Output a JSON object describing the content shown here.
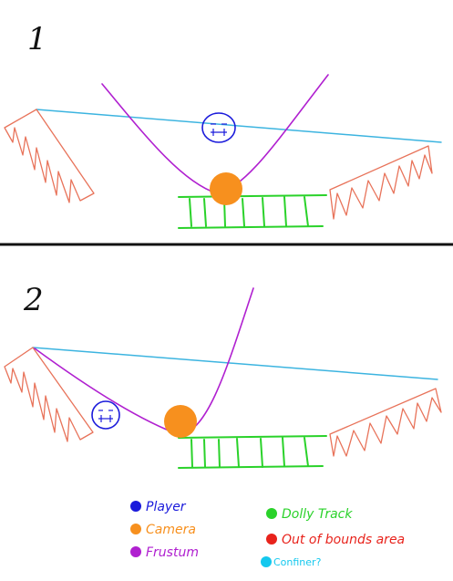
{
  "panels": [
    {
      "number": "1"
    },
    {
      "number": "2"
    }
  ],
  "legend": [
    {
      "label": "Player",
      "color": "#1a1adb"
    },
    {
      "label": "Camera",
      "color": "#f7901e"
    },
    {
      "label": "Frustum",
      "color": "#b020d0"
    },
    {
      "label": "Dolly Track",
      "color": "#2ad22a"
    },
    {
      "label": "Out of bounds area",
      "color": "#e8231c"
    },
    {
      "label": "Confiner?",
      "color": "#14c8ee"
    }
  ],
  "colors": {
    "player": "#1a1adb",
    "camera": "#f7901e",
    "frustum": "#b020d0",
    "dolly_track": "#2ad22a",
    "out_of_bounds": "#e8735a",
    "confiner": "#3cb4e0",
    "divider": "#111111"
  }
}
